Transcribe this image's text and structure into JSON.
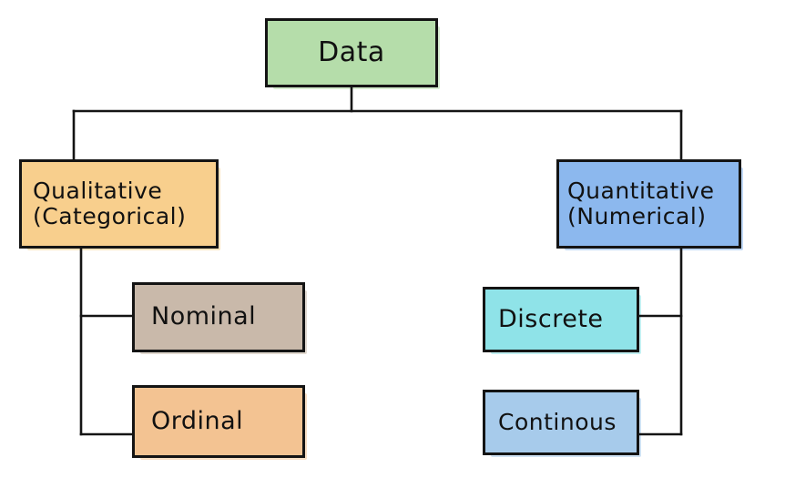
{
  "diagram": {
    "title": "Data types classification tree",
    "style": "hand-drawn whiteboard sketch",
    "root": {
      "label": "Data",
      "color": "#b5ddaa"
    },
    "branches": [
      {
        "label": "Qualitative\n(Categorical)",
        "color": "#f8cf8d",
        "children": [
          {
            "label": "Nominal",
            "color": "#c9b9aa"
          },
          {
            "label": "Ordinal",
            "color": "#f3c392"
          }
        ]
      },
      {
        "label": "Quantitative\n(Numerical)",
        "color": "#8cb8ee",
        "children": [
          {
            "label": "Discrete",
            "color": "#8fe3e8"
          },
          {
            "label": "Continous",
            "color": "#a7cbeb"
          }
        ]
      }
    ],
    "line_color": "#141414"
  }
}
